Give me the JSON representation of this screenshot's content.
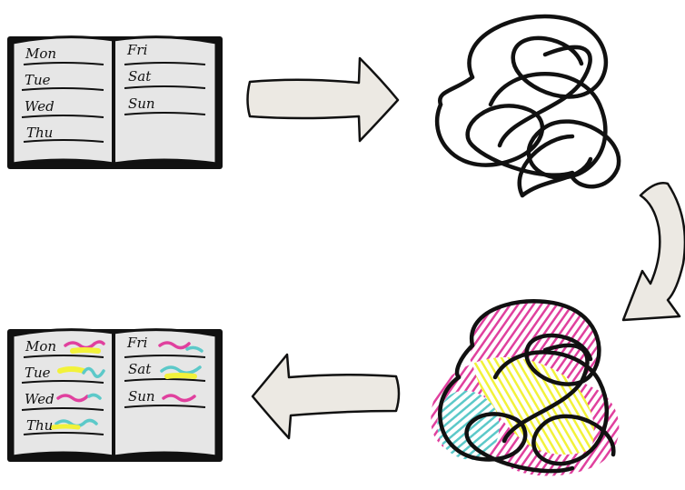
{
  "planner_before": {
    "left_page_days": [
      "Mon",
      "Tue",
      "Wed",
      "Thu"
    ],
    "right_page_days": [
      "Fri",
      "Sat",
      "Sun"
    ]
  },
  "planner_after": {
    "left_page_days": [
      "Mon",
      "Tue",
      "Wed",
      "Thu"
    ],
    "right_page_days": [
      "Fri",
      "Sat",
      "Sun"
    ]
  },
  "colors": {
    "outline": "#111111",
    "page_fill": "#e6e6e6",
    "arrow_fill": "#ece9e3",
    "highlight_yellow": "#f2f23a",
    "highlight_magenta": "#e0409e",
    "highlight_cyan": "#5cc9c9"
  },
  "icons": [
    "open-planner-book-icon",
    "right-arrow-icon",
    "tangled-scribble-icon",
    "curved-down-arrow-icon",
    "colored-tangle-icon",
    "left-arrow-icon",
    "highlighted-planner-book-icon"
  ]
}
